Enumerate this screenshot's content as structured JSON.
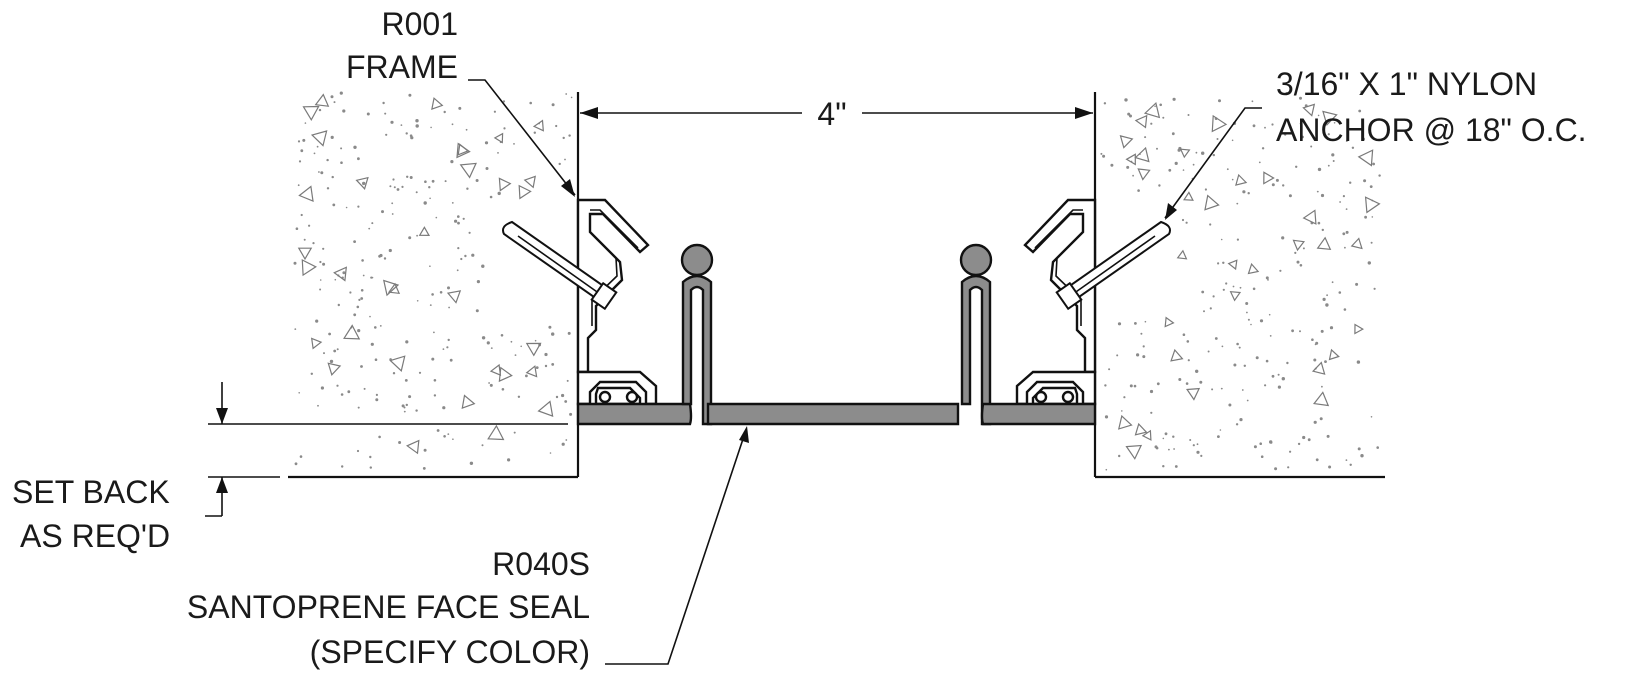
{
  "labels": {
    "frame_code": "R001",
    "frame_name": "FRAME",
    "anchor_line1": "3/16\" X 1\" NYLON",
    "anchor_line2": "ANCHOR @ 18\" O.C.",
    "joint_width": "4\"",
    "setback_line1": "SET BACK",
    "setback_line2": "AS REQ'D",
    "seal_code": "R040S",
    "seal_name": "SANTOPRENE FACE SEAL",
    "seal_note": "(SPECIFY COLOR)"
  }
}
